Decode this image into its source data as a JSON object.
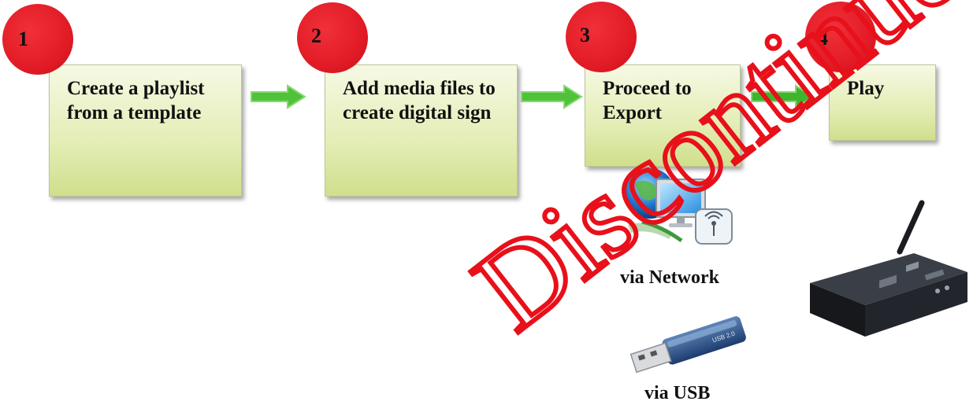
{
  "steps": [
    {
      "number": "1",
      "text": "Create a playlist from a template"
    },
    {
      "number": "2",
      "text": "Add media files to create digital sign"
    },
    {
      "number": "3",
      "text": "Proceed to Export"
    },
    {
      "number": "4",
      "text": "Play"
    }
  ],
  "export_options": {
    "network_label": "via Network",
    "usb_label": "via USB"
  },
  "watermark_text": "Discontinued",
  "colors": {
    "box_fill": "#e3edb4",
    "circle": "#e21c26",
    "arrow": "#4fc23a",
    "watermark": "#e8101a"
  },
  "icons": [
    "network-computer-icon",
    "usb-drive-icon",
    "media-player-device-icon"
  ]
}
